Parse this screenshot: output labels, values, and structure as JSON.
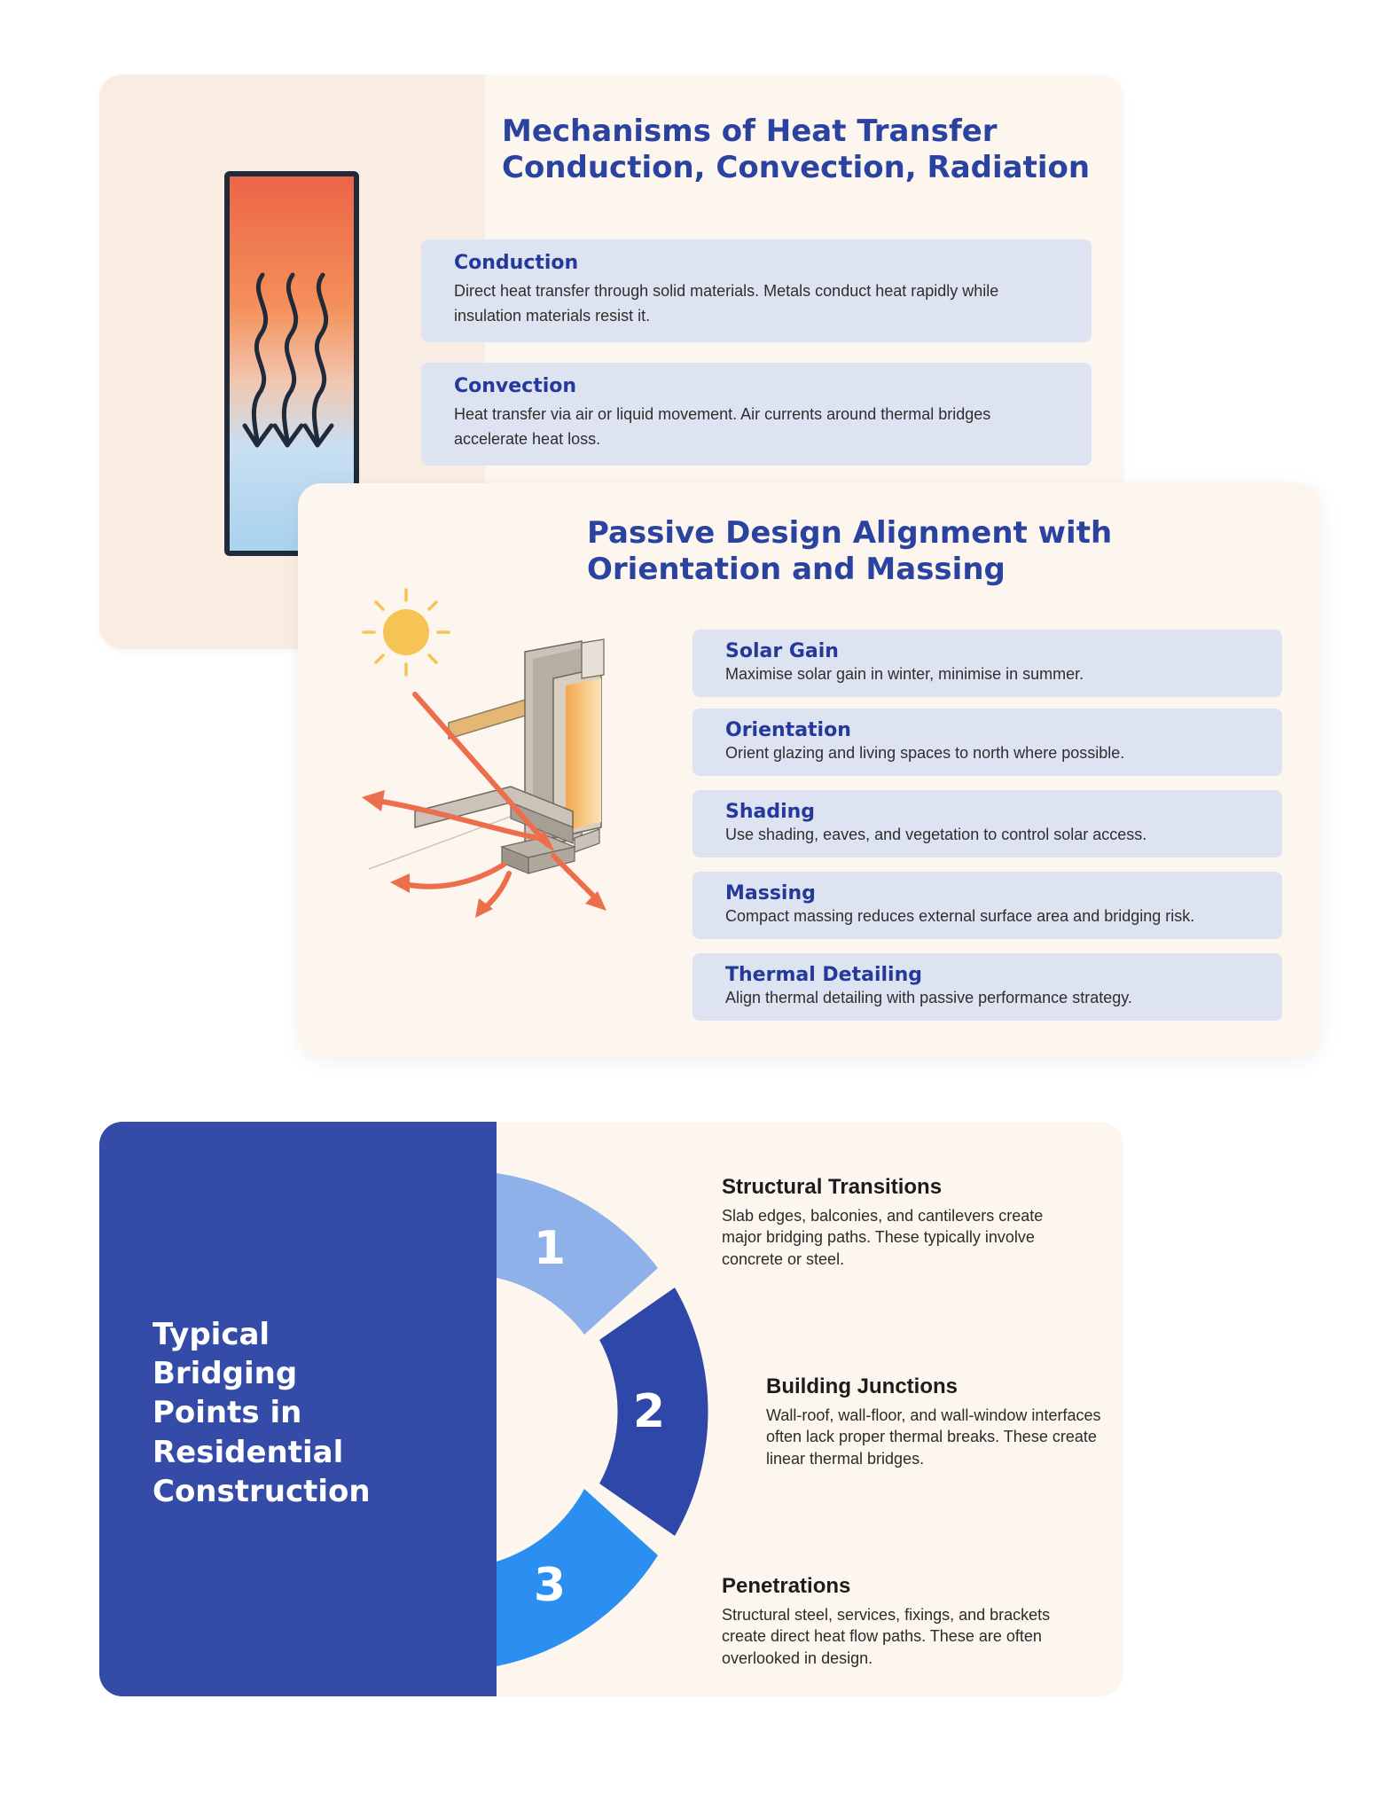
{
  "heat_transfer": {
    "title_line1": "Mechanisms of Heat Transfer",
    "title_line2": "Conduction, Convection, Radiation",
    "items": [
      {
        "title": "Conduction",
        "text": "Direct heat transfer through solid materials. Metals conduct heat rapidly while insulation materials resist it."
      },
      {
        "title": "Convection",
        "text": "Heat transfer via air or liquid movement. Air currents around thermal bridges accelerate heat loss."
      }
    ]
  },
  "passive_design": {
    "title_line1": "Passive Design Alignment with",
    "title_line2": "Orientation and Massing",
    "items": [
      {
        "title": "Solar Gain",
        "text": "Maximise solar gain in winter, minimise in summer."
      },
      {
        "title": "Orientation",
        "text": "Orient glazing and living spaces to north where possible."
      },
      {
        "title": "Shading",
        "text": "Use shading, eaves, and vegetation to control solar access."
      },
      {
        "title": "Massing",
        "text": "Compact massing reduces external surface area and bridging risk."
      },
      {
        "title": "Thermal Detailing",
        "text": "Align thermal detailing with passive performance strategy."
      }
    ]
  },
  "bridging_points": {
    "title_lines": [
      "Typical",
      "Bridging",
      "Points in",
      "Residential",
      "Construction"
    ],
    "segments": [
      {
        "number": "1",
        "color": "#8db1e8",
        "title": "Structural Transitions",
        "text": "Slab edges, balconies, and cantilevers create major bridging paths. These typically involve concrete or steel."
      },
      {
        "number": "2",
        "color": "#2f47a8",
        "title": "Building Junctions",
        "text": "Wall-roof, wall-floor, and wall-window interfaces often lack proper thermal breaks. These create linear thermal bridges."
      },
      {
        "number": "3",
        "color": "#2a8ff0",
        "title": "Penetrations",
        "text": "Structural steel, services, fixings, and brackets create direct heat flow paths. These are often overlooked in design."
      }
    ]
  },
  "colors": {
    "heading_blue": "#2a43a0",
    "item_bg": "#dde3f1",
    "card_bg": "#fdf6ee",
    "panel_blue": "#344ca8",
    "arrow_orange": "#ec6e4c",
    "sun_yellow": "#f6c454"
  },
  "icons": [
    "heat-gradient-icon",
    "sun-icon",
    "building-section-icon"
  ]
}
